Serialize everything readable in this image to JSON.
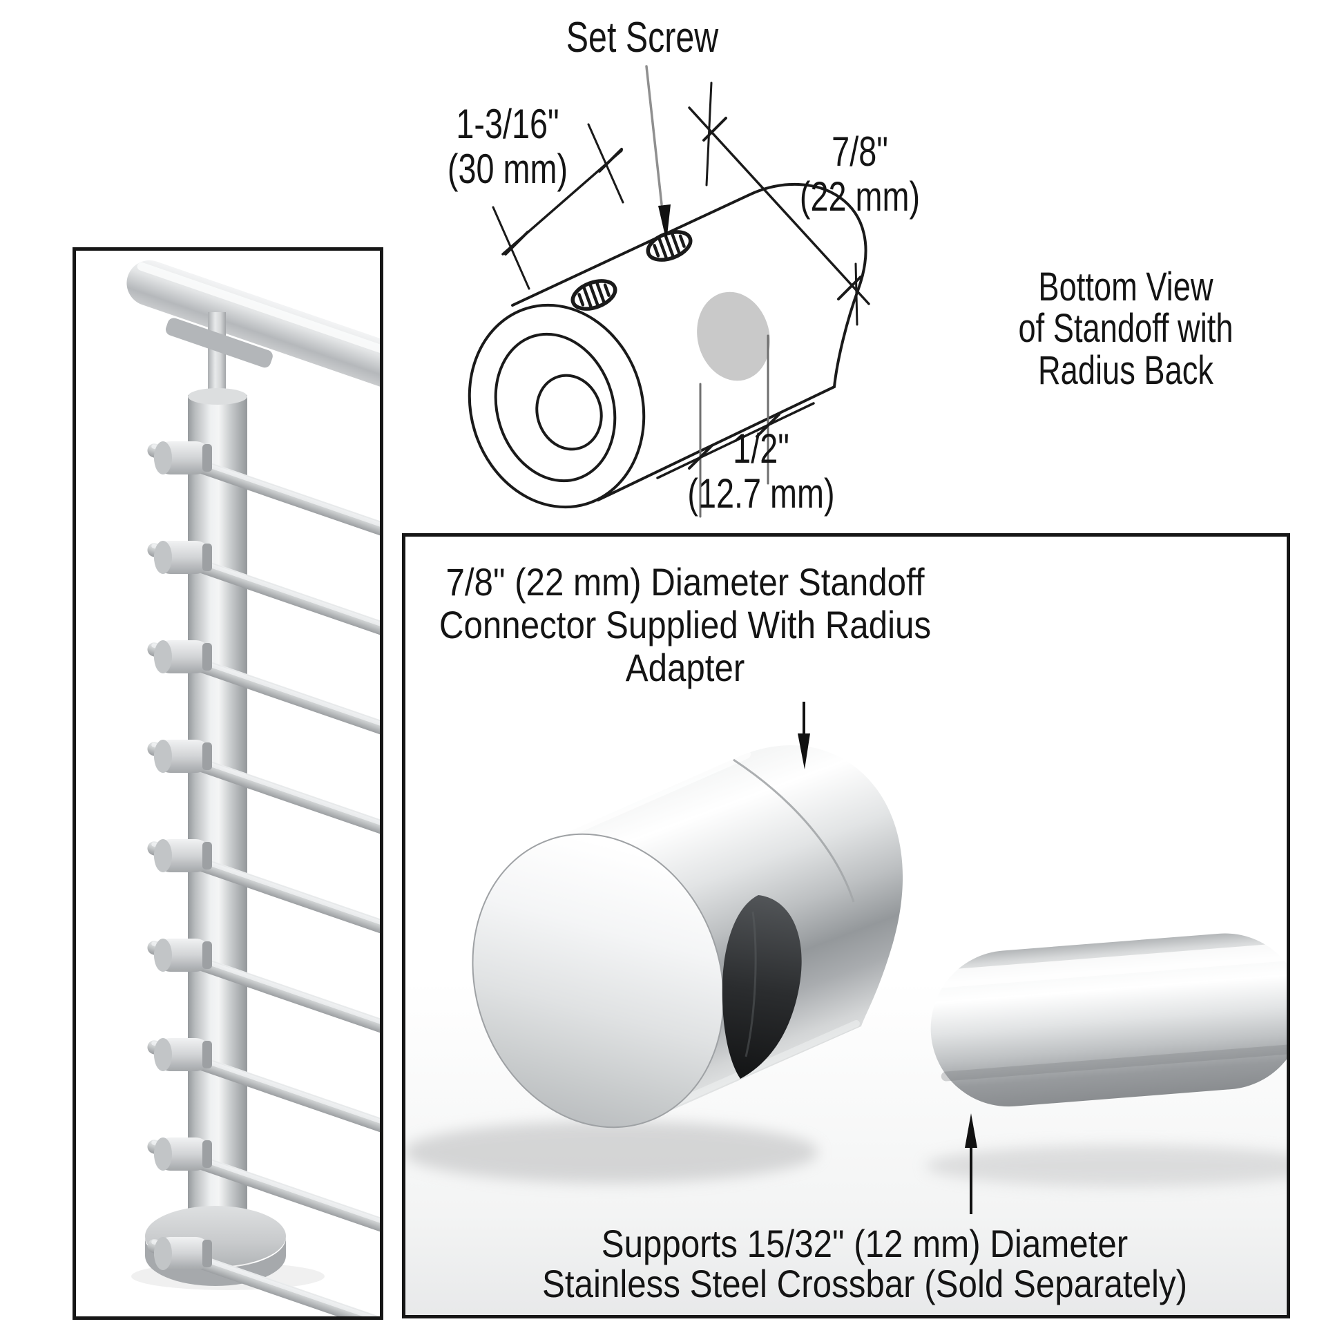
{
  "top_diagram": {
    "set_screw_label": "Set Screw",
    "width_dim": {
      "imperial": "1-3/16\"",
      "metric": "(30 mm)"
    },
    "diameter_dim": {
      "imperial": "7/8\"",
      "metric": "(22 mm)"
    },
    "bore_dim": {
      "imperial": "1/2\"",
      "metric": "(12.7 mm)"
    },
    "view_note": {
      "line1": "Bottom View",
      "line2": "of Standoff with",
      "line3": "Radius Back"
    }
  },
  "left_panel": {
    "crossbar_count": "9"
  },
  "bottom_panel": {
    "top_caption": {
      "line1": "7/8\" (22 mm) Diameter Standoff",
      "line2": "Connector Supplied With Radius",
      "line3": "Adapter"
    },
    "bottom_caption": {
      "line1": "Supports 15/32\" (12 mm) Diameter",
      "line2": "Stainless Steel Crossbar (Sold Separately)"
    }
  },
  "colors": {
    "background": "#ffffff",
    "line_art": "#1a1a1a",
    "box_border": "#161616",
    "text": "#141414",
    "leader_gray": "#8f8f8f",
    "hole_fill": "#c9c9c9",
    "metal_light": "#f2f3f4",
    "metal_mid": "#c7cacc",
    "metal_dark": "#8e9194"
  }
}
